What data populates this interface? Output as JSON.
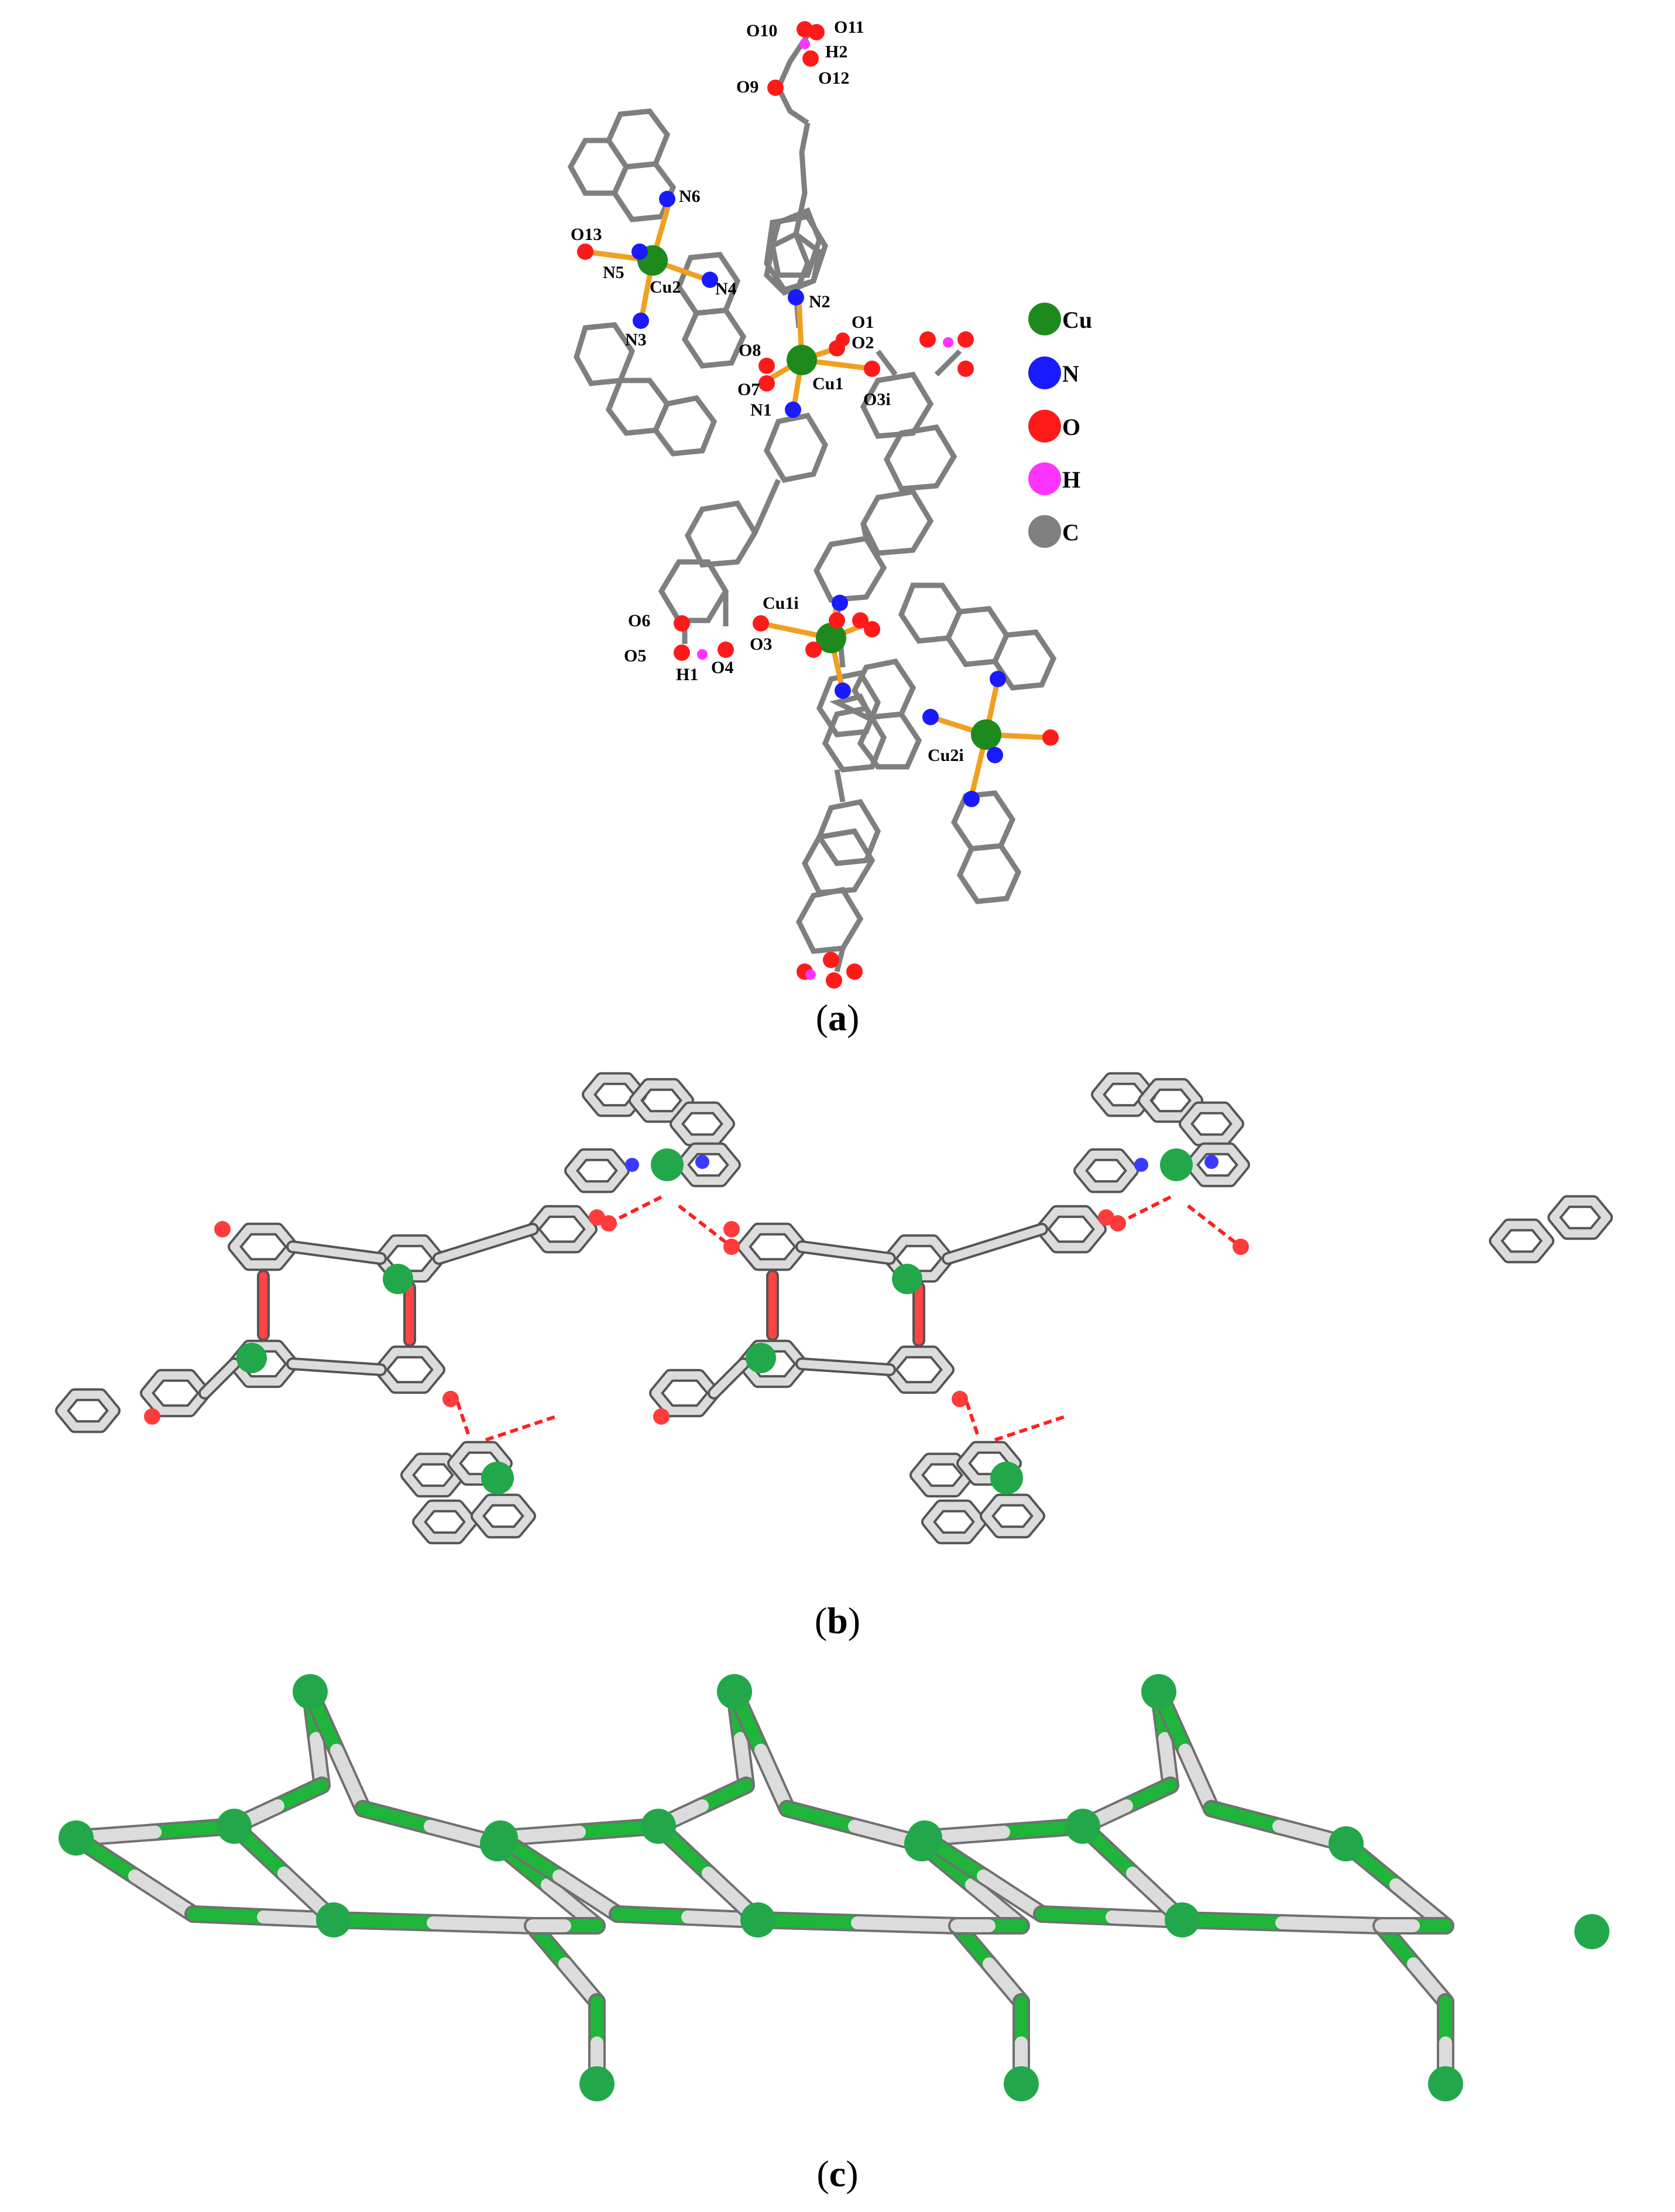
{
  "panels": [
    {
      "id": "a",
      "caption": "a"
    },
    {
      "id": "b",
      "caption": "b"
    },
    {
      "id": "c",
      "caption": "c"
    }
  ],
  "atom_labels": {
    "O10": "O10",
    "O11": "O11",
    "H2": "H2",
    "O12": "O12",
    "O9": "O9",
    "N6": "N6",
    "O13": "O13",
    "N5": "N5",
    "Cu2": "Cu2",
    "N4": "N4",
    "N3": "N3",
    "N2": "N2",
    "O1": "O1",
    "O2": "O2",
    "O8": "O8",
    "O7": "O7",
    "Cu1": "Cu1",
    "N1": "N1",
    "O3i": "O3i",
    "Cu1i": "Cu1i",
    "O6": "O6",
    "O5": "O5",
    "O3": "O3",
    "H1": "H1",
    "O4": "O4",
    "Cu2i": "Cu2i"
  },
  "legend": [
    {
      "element": "Cu",
      "color": "#1e8a1e"
    },
    {
      "element": "N",
      "color": "#1a1aff"
    },
    {
      "element": "O",
      "color": "#ff1a1a"
    },
    {
      "element": "H",
      "color": "#ff33ff"
    },
    {
      "element": "C",
      "color": "#808080"
    }
  ],
  "colors": {
    "bond_gray": "#7f7f7f",
    "coord_bond": "#f0a020",
    "stick_white": "#dcdcdc",
    "stick_green": "#1fb53a",
    "node_green": "#22a84a",
    "hbond_red": "#ff2020"
  }
}
